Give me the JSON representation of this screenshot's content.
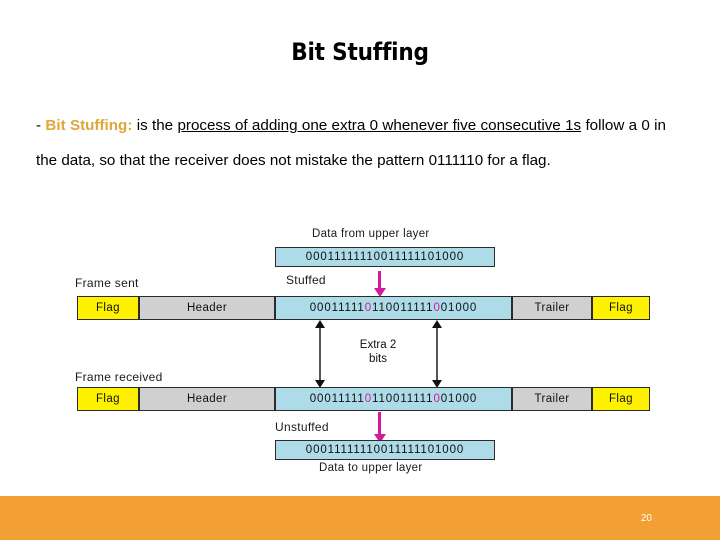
{
  "slide": {
    "title": "Bit Stuffing",
    "page_number": "20",
    "footer_color": "#F2A033",
    "accent_color": "#E0A63A"
  },
  "body": {
    "dash": "- ",
    "lead": "Bit Stuffing:",
    "seg_plain_1": " is the ",
    "seg_underline_1": "process of adding one extra 0 whenever five consecutive 1s",
    "seg_plain_2": " follow a 0 in the data, so that the receiver does not mistake the pattern 0111110 for a flag."
  },
  "diagram": {
    "top_caption": "Data from upper layer",
    "top_bits": "00011111110011111101000",
    "stuffed_label": "Stuffed",
    "frame_sent_label": "Frame sent",
    "frame_received_label": "Frame received",
    "extra_bits_label_line1": "Extra 2",
    "extra_bits_label_line2": "bits",
    "unstuffed_label": "Unstuffed",
    "bottom_bits": "00011111110011111101000",
    "bottom_caption": "Data to upper layer",
    "frame_cells": {
      "flag_left": "Flag",
      "header": "Header",
      "trailer": "Trailer",
      "flag_right": "Flag"
    },
    "stuffed_bits": {
      "part1": "00011111",
      "stuff1": "0",
      "part2": "1100",
      "part3": "11111",
      "stuff2": "0",
      "part4": "01000"
    },
    "colors": {
      "data_blue": "#ADDCE8",
      "flag_yellow": "#FFF200",
      "header_gray": "#D0D0D0",
      "stuff_magenta": "#D6189C"
    }
  }
}
